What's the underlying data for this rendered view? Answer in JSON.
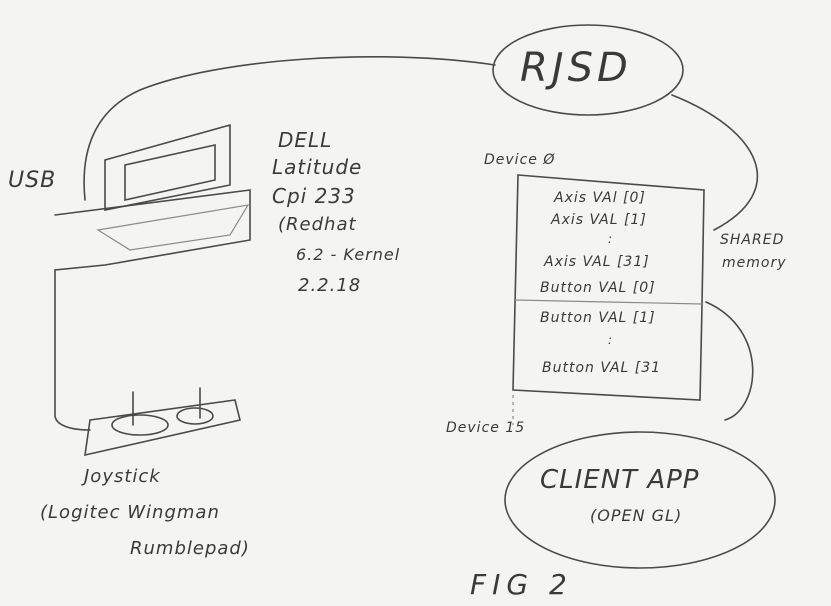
{
  "rjsd": "RJSD",
  "usb": "USB",
  "computer": {
    "line1": "DELL",
    "line2": "Latitude",
    "line3": "Cpi 233",
    "line4": "(Redhat",
    "line5": "6.2 - Kernel",
    "line6": "2.2.18"
  },
  "shared_memory": {
    "device_first": "Device Ø",
    "device_last": "Device 15",
    "label_line1": "SHARED",
    "label_line2": "memory",
    "entries": [
      "Axis VAl [0]",
      "Axis VAL [1]",
      ":",
      "Axis VAL [31]",
      "Button VAL [0]",
      "Button VAL [1]",
      ":",
      "Button VAL [31"
    ]
  },
  "client": {
    "line1": "CLIENT APP",
    "line2": "(OPEN GL)"
  },
  "joystick": {
    "line1": "Joystick",
    "line2": "(Logitec Wingman",
    "line3": "Rumblepad)"
  },
  "caption": "FIG 2"
}
